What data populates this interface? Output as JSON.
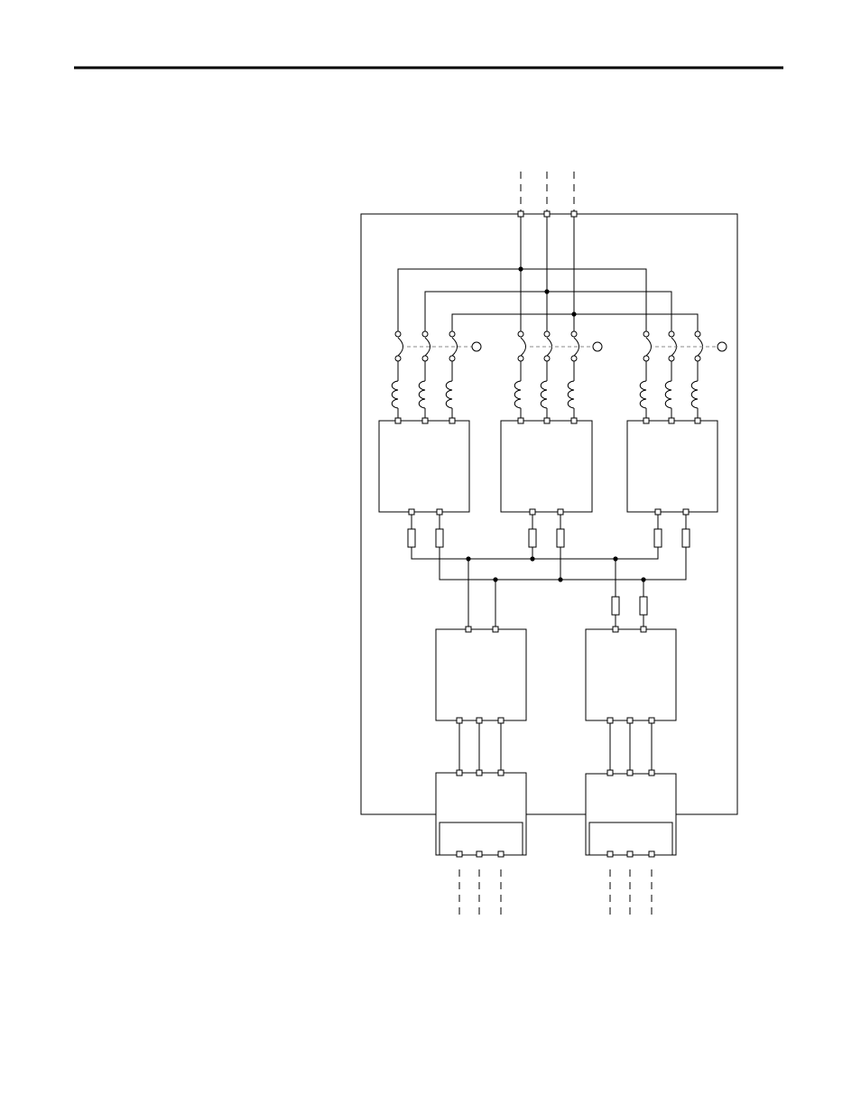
{
  "page": {
    "header_rule": true
  },
  "diagram": {
    "kind": "electrical schematic",
    "labels": [],
    "enclosure": {
      "present": true
    },
    "incoming_lines": {
      "count": 3
    },
    "breaker_groups": {
      "count": 3,
      "poles_per_group": 3,
      "ganged": true
    },
    "reactors_per_group": 3,
    "converter_blocks": {
      "count": 3
    },
    "fuses": {
      "per_converter": 2,
      "per_output_block": 2
    },
    "dc_bus": {
      "rails": 2
    },
    "output_blocks": {
      "count": 2
    },
    "terminal_blocks": {
      "count": 2
    },
    "outgoing_lines": {
      "groups": 2,
      "per_group": 3
    }
  }
}
